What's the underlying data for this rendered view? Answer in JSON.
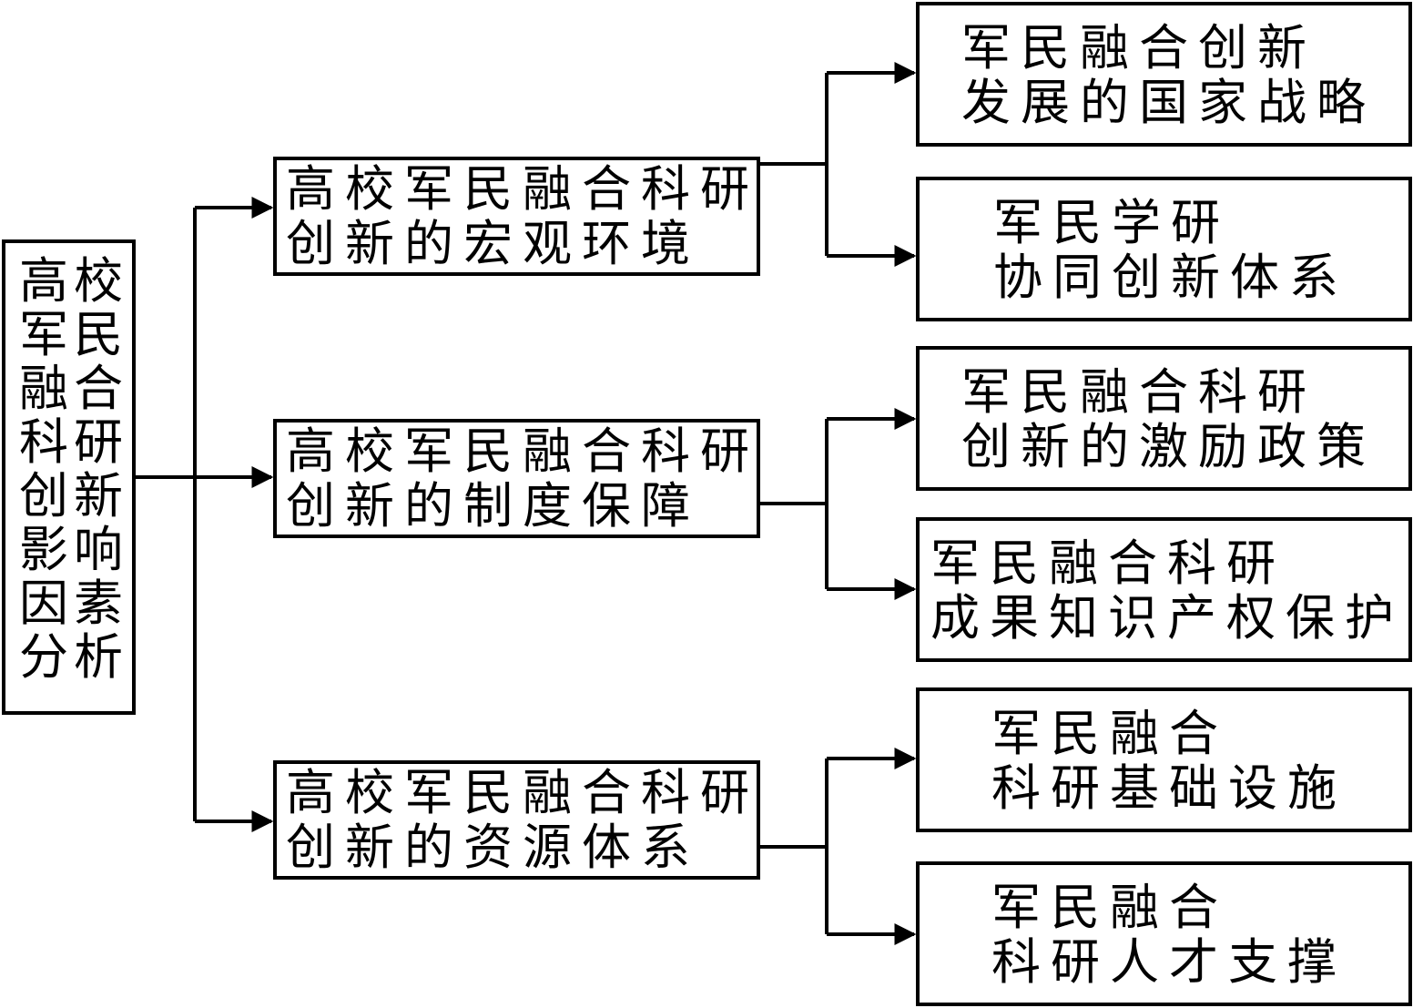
{
  "root": {
    "chars": [
      "高",
      "校",
      "军",
      "民",
      "融",
      "合",
      "科",
      "研",
      "创",
      "新",
      "影",
      "响",
      "因",
      "素",
      "分",
      "析"
    ]
  },
  "categories": [
    {
      "line1": "高校军民融合科研",
      "line2": "创新的宏观环境",
      "children": [
        {
          "line1": "军民融合创新",
          "line2": "发展的国家战略"
        },
        {
          "line1": "军民学研",
          "line2": "协同创新体系"
        }
      ]
    },
    {
      "line1": "高校军民融合科研",
      "line2": "创新的制度保障",
      "children": [
        {
          "line1": "军民融合科研",
          "line2": "创新的激励政策"
        },
        {
          "line1": "军民融合科研",
          "line2": "成果知识产权保护"
        }
      ]
    },
    {
      "line1": "高校军民融合科研",
      "line2": "创新的资源体系",
      "children": [
        {
          "line1": "军民融合",
          "line2": "科研基础设施"
        },
        {
          "line1": "军民融合",
          "line2": "科研人才支撑"
        }
      ]
    }
  ]
}
